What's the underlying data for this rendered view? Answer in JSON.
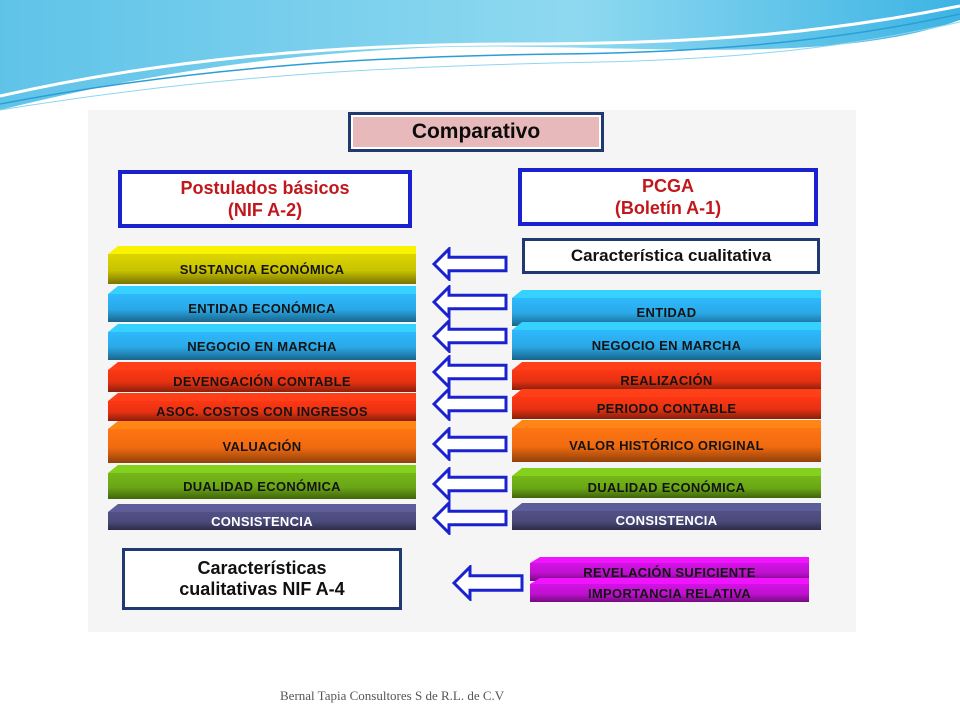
{
  "title": "Comparativo",
  "left_header": {
    "line1": "Postulados básicos",
    "line2": "(NIF A-2)"
  },
  "right_header": {
    "line1": "PCGA",
    "line2": "(Boletín A-1)"
  },
  "caracteristica_label": "Característica cualitativa",
  "nif_a4_box": {
    "line1": "Características",
    "line2": "cualitativas NIF A-4"
  },
  "left_items": [
    {
      "label": "SUSTANCIA ECONÓMICA",
      "color": "#c8c200"
    },
    {
      "label": "ENTIDAD ECONÓMICA",
      "color": "#2aa8e6"
    },
    {
      "label": "NEGOCIO EN MARCHA",
      "color": "#2aa8e6"
    },
    {
      "label": "DEVENGACIÓN CONTABLE",
      "color": "#e63212"
    },
    {
      "label": "ASOC. COSTOS CON INGRESOS",
      "color": "#e63212"
    },
    {
      "label": "VALUACIÓN",
      "color": "#f06a10"
    },
    {
      "label": "DUALIDAD ECONÓMICA",
      "color": "#6aa616"
    },
    {
      "label": "CONSISTENCIA",
      "color": "#4a4a7a"
    }
  ],
  "right_items": [
    {
      "label": "ENTIDAD",
      "color": "#2aa8e6"
    },
    {
      "label": "NEGOCIO EN MARCHA",
      "color": "#2aa8e6"
    },
    {
      "label": "REALIZACIÓN",
      "color": "#e63212"
    },
    {
      "label": "PERIODO CONTABLE",
      "color": "#e63212"
    },
    {
      "label": "VALOR HISTÓRICO ORIGINAL",
      "color": "#f06a10"
    },
    {
      "label": "DUALIDAD ECONÓMICA",
      "color": "#6aa616"
    },
    {
      "label": "CONSISTENCIA",
      "color": "#4a4a7a"
    }
  ],
  "bottom_right_items": [
    {
      "label": "REVELACIÓN SUFICIENTE",
      "color": "#c010d0"
    },
    {
      "label": "IMPORTANCIA RELATIVA",
      "color": "#c010d0"
    }
  ],
  "arrow_icon": "left-arrow-icon",
  "arrow_color": "#1a22d0",
  "footer": "Bernal Tapia Consultores S de R.L. de C.V"
}
